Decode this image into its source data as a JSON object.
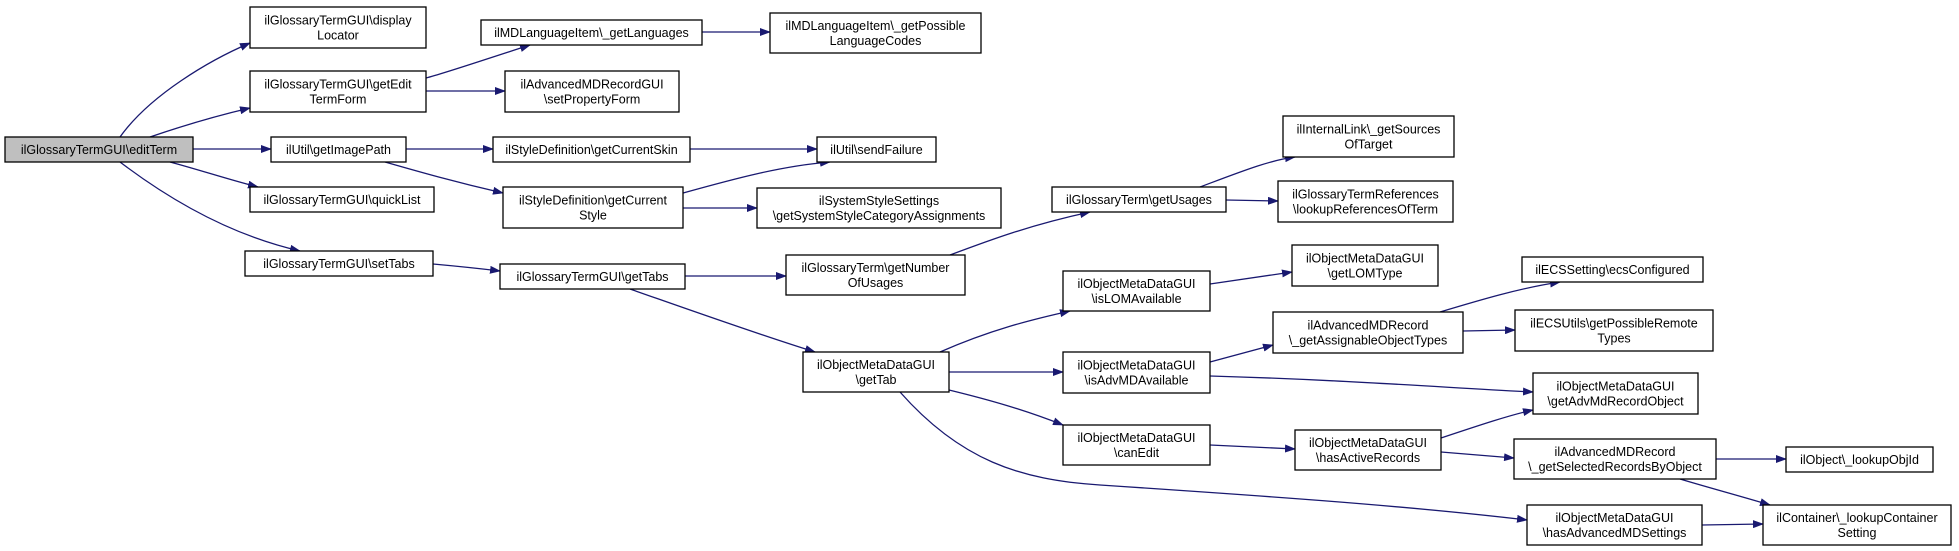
{
  "colors": {
    "edge": "#191970",
    "node_fill": "#ffffff",
    "root_fill": "#bfbfbf",
    "border": "#000000"
  },
  "nodes": {
    "editTerm": {
      "lines": [
        "ilGlossaryTermGUI\\editTerm"
      ],
      "root": true
    },
    "displayLocator": {
      "lines": [
        "ilGlossaryTermGUI\\display",
        "Locator"
      ]
    },
    "getEditTermForm": {
      "lines": [
        "ilGlossaryTermGUI\\getEdit",
        "TermForm"
      ]
    },
    "getImagePath": {
      "lines": [
        "ilUtil\\getImagePath"
      ]
    },
    "quickList": {
      "lines": [
        "ilGlossaryTermGUI\\quickList"
      ]
    },
    "setTabs": {
      "lines": [
        "ilGlossaryTermGUI\\setTabs"
      ]
    },
    "getLanguages": {
      "lines": [
        "ilMDLanguageItem\\_getLanguages"
      ]
    },
    "setPropertyForm": {
      "lines": [
        "ilAdvancedMDRecordGUI",
        "\\setPropertyForm"
      ]
    },
    "getCurrentSkin": {
      "lines": [
        "ilStyleDefinition\\getCurrentSkin"
      ]
    },
    "getCurrentStyle": {
      "lines": [
        "ilStyleDefinition\\getCurrent",
        "Style"
      ]
    },
    "getTabs": {
      "lines": [
        "ilGlossaryTermGUI\\getTabs"
      ]
    },
    "getPossibleLanguageCodes": {
      "lines": [
        "ilMDLanguageItem\\_getPossible",
        "LanguageCodes"
      ]
    },
    "sendFailure": {
      "lines": [
        "ilUtil\\sendFailure"
      ]
    },
    "getSystemStyleCategoryAssignments": {
      "lines": [
        "ilSystemStyleSettings",
        "\\getSystemStyleCategoryAssignments"
      ]
    },
    "getNumberOfUsages": {
      "lines": [
        "ilGlossaryTerm\\getNumber",
        "OfUsages"
      ]
    },
    "getUsages": {
      "lines": [
        "ilGlossaryTerm\\getUsages"
      ]
    },
    "getTab": {
      "lines": [
        "ilObjectMetaDataGUI",
        "\\getTab"
      ]
    },
    "getSourcesOfTarget": {
      "lines": [
        "ilInternalLink\\_getSources",
        "OfTarget"
      ]
    },
    "lookupReferencesOfTerm": {
      "lines": [
        "ilGlossaryTermReferences",
        "\\lookupReferencesOfTerm"
      ]
    },
    "isLOMAvailable": {
      "lines": [
        "ilObjectMetaDataGUI",
        "\\isLOMAvailable"
      ]
    },
    "isAdvMDAvailable": {
      "lines": [
        "ilObjectMetaDataGUI",
        "\\isAdvMDAvailable"
      ]
    },
    "canEdit": {
      "lines": [
        "ilObjectMetaDataGUI",
        "\\canEdit"
      ]
    },
    "getLOMType": {
      "lines": [
        "ilObjectMetaDataGUI",
        "\\getLOMType"
      ]
    },
    "getAssignableObjectTypes": {
      "lines": [
        "ilAdvancedMDRecord",
        "\\_getAssignableObjectTypes"
      ]
    },
    "hasActiveRecords": {
      "lines": [
        "ilObjectMetaDataGUI",
        "\\hasActiveRecords"
      ]
    },
    "hasAdvancedMDSettings": {
      "lines": [
        "ilObjectMetaDataGUI",
        "\\hasAdvancedMDSettings"
      ]
    },
    "ecsConfigured": {
      "lines": [
        "ilECSSetting\\ecsConfigured"
      ]
    },
    "getPossibleRemoteTypes": {
      "lines": [
        "ilECSUtils\\getPossibleRemote",
        "Types"
      ]
    },
    "getAdvMdRecordObject": {
      "lines": [
        "ilObjectMetaDataGUI",
        "\\getAdvMdRecordObject"
      ]
    },
    "getSelectedRecordsByObject": {
      "lines": [
        "ilAdvancedMDRecord",
        "\\_getSelectedRecordsByObject"
      ]
    },
    "lookupObjId": {
      "lines": [
        "ilObject\\_lookupObjId"
      ]
    },
    "lookupContainerSetting": {
      "lines": [
        "ilContainer\\_lookupContainer",
        "Setting"
      ]
    }
  },
  "edges": [
    [
      "editTerm",
      "displayLocator"
    ],
    [
      "editTerm",
      "getEditTermForm"
    ],
    [
      "editTerm",
      "getImagePath"
    ],
    [
      "editTerm",
      "quickList"
    ],
    [
      "editTerm",
      "setTabs"
    ],
    [
      "getEditTermForm",
      "getLanguages"
    ],
    [
      "getEditTermForm",
      "setPropertyForm"
    ],
    [
      "getLanguages",
      "getPossibleLanguageCodes"
    ],
    [
      "getImagePath",
      "getCurrentSkin"
    ],
    [
      "getImagePath",
      "getCurrentStyle"
    ],
    [
      "getCurrentSkin",
      "sendFailure"
    ],
    [
      "getCurrentStyle",
      "sendFailure"
    ],
    [
      "getCurrentStyle",
      "getSystemStyleCategoryAssignments"
    ],
    [
      "setTabs",
      "getTabs"
    ],
    [
      "getTabs",
      "getNumberOfUsages"
    ],
    [
      "getTabs",
      "getTab"
    ],
    [
      "getNumberOfUsages",
      "getUsages"
    ],
    [
      "getUsages",
      "getSourcesOfTarget"
    ],
    [
      "getUsages",
      "lookupReferencesOfTerm"
    ],
    [
      "getTab",
      "isLOMAvailable"
    ],
    [
      "getTab",
      "isAdvMDAvailable"
    ],
    [
      "getTab",
      "canEdit"
    ],
    [
      "getTab",
      "hasAdvancedMDSettings"
    ],
    [
      "isLOMAvailable",
      "getLOMType"
    ],
    [
      "isAdvMDAvailable",
      "getAssignableObjectTypes"
    ],
    [
      "isAdvMDAvailable",
      "getAdvMdRecordObject"
    ],
    [
      "canEdit",
      "hasActiveRecords"
    ],
    [
      "getAssignableObjectTypes",
      "ecsConfigured"
    ],
    [
      "getAssignableObjectTypes",
      "getPossibleRemoteTypes"
    ],
    [
      "hasActiveRecords",
      "getAdvMdRecordObject"
    ],
    [
      "hasActiveRecords",
      "getSelectedRecordsByObject"
    ],
    [
      "getSelectedRecordsByObject",
      "lookupObjId"
    ],
    [
      "getSelectedRecordsByObject",
      "lookupContainerSetting"
    ],
    [
      "hasAdvancedMDSettings",
      "lookupContainerSetting"
    ]
  ]
}
